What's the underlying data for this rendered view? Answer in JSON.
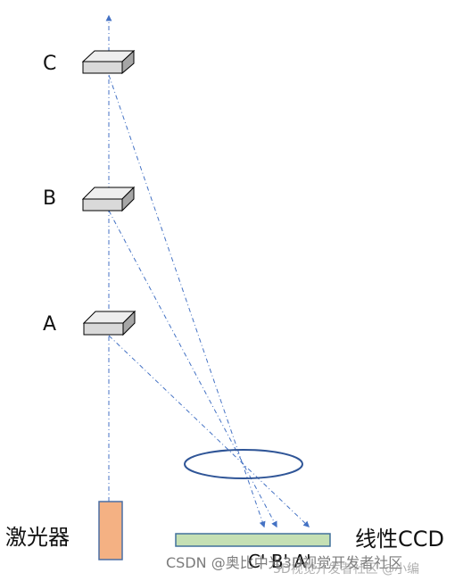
{
  "positions": {
    "c": "C",
    "b": "B",
    "a": "A"
  },
  "laser_label": "激光器",
  "ccd_label": "线性CCD",
  "spot_labels": "C' B' A'",
  "watermark": {
    "line1": "CSDN @奥比中光3D视觉开发者社区",
    "line2": "3D视觉开发者社区 @小编"
  },
  "colors": {
    "beam": "#4472c4",
    "laser_fill": "#f4b183",
    "laser_stroke": "#4a6fa5",
    "ccd_fill": "#c5e0b4",
    "ccd_stroke": "#41719c",
    "lens_stroke": "#2f5597",
    "block_top": "#eeeeee",
    "block_front": "#d9d9d9",
    "block_side": "#a6a6a6"
  },
  "icons": {
    "laser": "laser-emitter-rect",
    "lens": "lens-ellipse",
    "ccd": "linear-ccd-bar",
    "target": "target-block-3d"
  }
}
